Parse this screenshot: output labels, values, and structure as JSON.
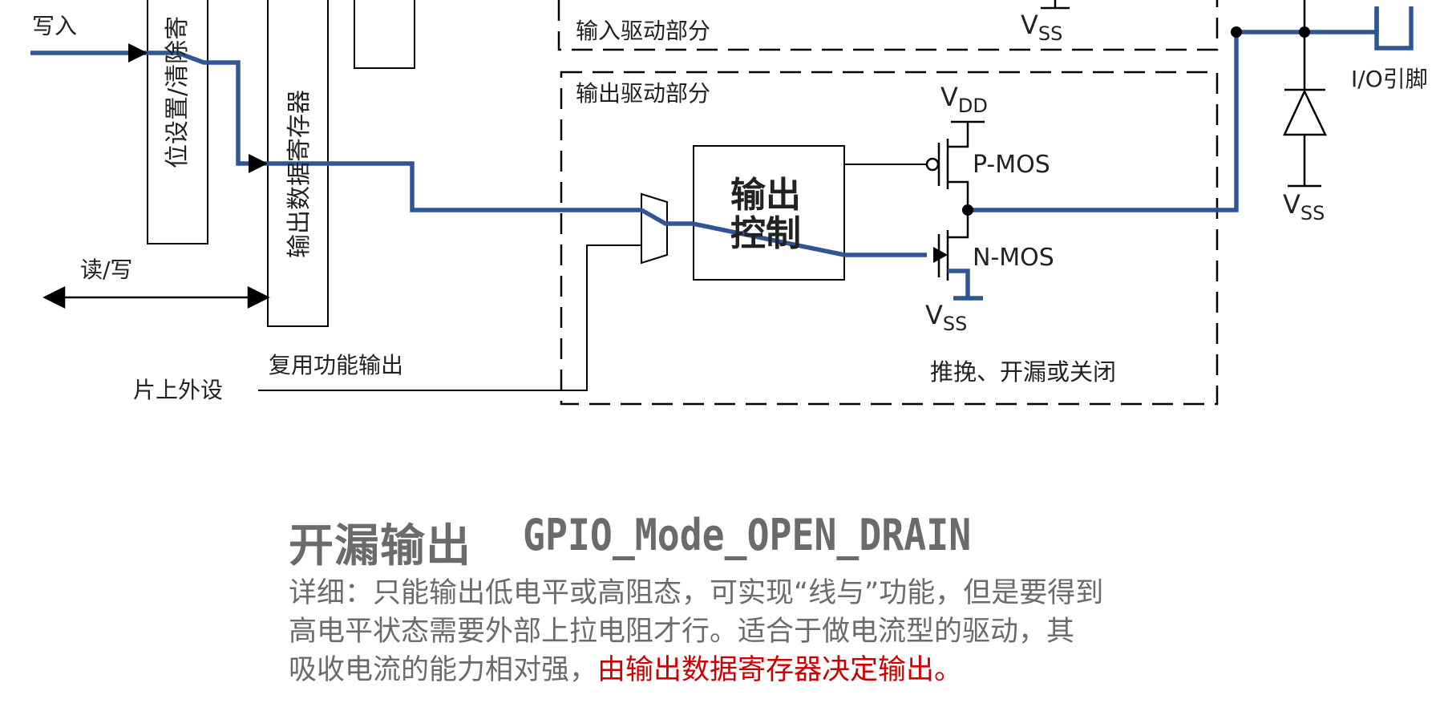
{
  "diagram": {
    "labels": {
      "write": "写入",
      "bit_set_reset": "位设置/清除寄",
      "output_data_register": "输出数据寄存器",
      "read_write": "读/写",
      "on_chip_peripheral": "片上外设",
      "alternate_function_output": "复用功能输出",
      "input_driver": "输入驱动部分",
      "output_driver": "输出驱动部分",
      "output_control_line1": "输出",
      "output_control_line2": "控制",
      "p_mos": "P-MOS",
      "n_mos": "N-MOS",
      "modes": "推挽、开漏或关闭",
      "io_pin": "I/O引脚",
      "v_main": "V",
      "sub_dd": "DD",
      "sub_ss": "SS"
    },
    "colors": {
      "signal_path": "#2f5597",
      "wire": "#000000",
      "title_gray": "#6b6b6b",
      "highlight_red": "#cc0000"
    }
  },
  "heading": {
    "title_cn": "开漏输出",
    "title_en": "GPIO_Mode_OPEN_DRAIN"
  },
  "description": {
    "line1": "详细：只能输出低电平或高阻态，可实现“线与”功能，但是要得到",
    "line2": "高电平状态需要外部上拉电阻才行。适合于做电流型的驱动，其",
    "line3_plain": "吸收电流的能力相对强，",
    "line3_highlight": "由输出数据寄存器决定输出。"
  }
}
